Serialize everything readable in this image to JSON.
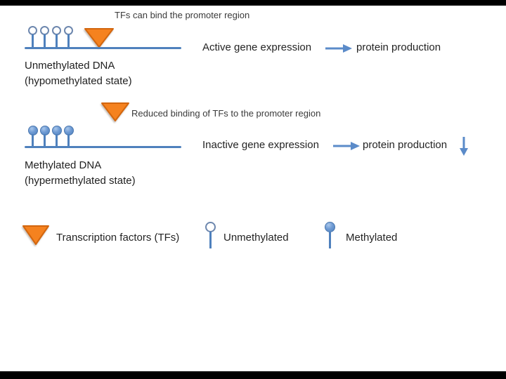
{
  "figure": {
    "unmethylated": {
      "caption": "TFs can bind the promoter region",
      "expression": "Active gene expression",
      "product": "protein production",
      "label_line1": "Unmethylated DNA",
      "label_line2": "(hypomethylated state)"
    },
    "methylated": {
      "caption": "Reduced binding of TFs to the promoter region",
      "expression": "Inactive gene expression",
      "product": "protein production",
      "label_line1": "Methylated DNA",
      "label_line2": "(hypermethylated state)"
    },
    "legend": {
      "tf": "Transcription factors (TFs)",
      "unmethylated": "Unmethylated",
      "methylated": "Methylated"
    },
    "colors": {
      "dna_blue": "#4f81bd",
      "arrow_blue": "#5b8bc9",
      "tf_orange": "#f5821f",
      "tf_orange_border": "#d3660e",
      "site_filled_highlight": "#a9c7eb"
    }
  }
}
